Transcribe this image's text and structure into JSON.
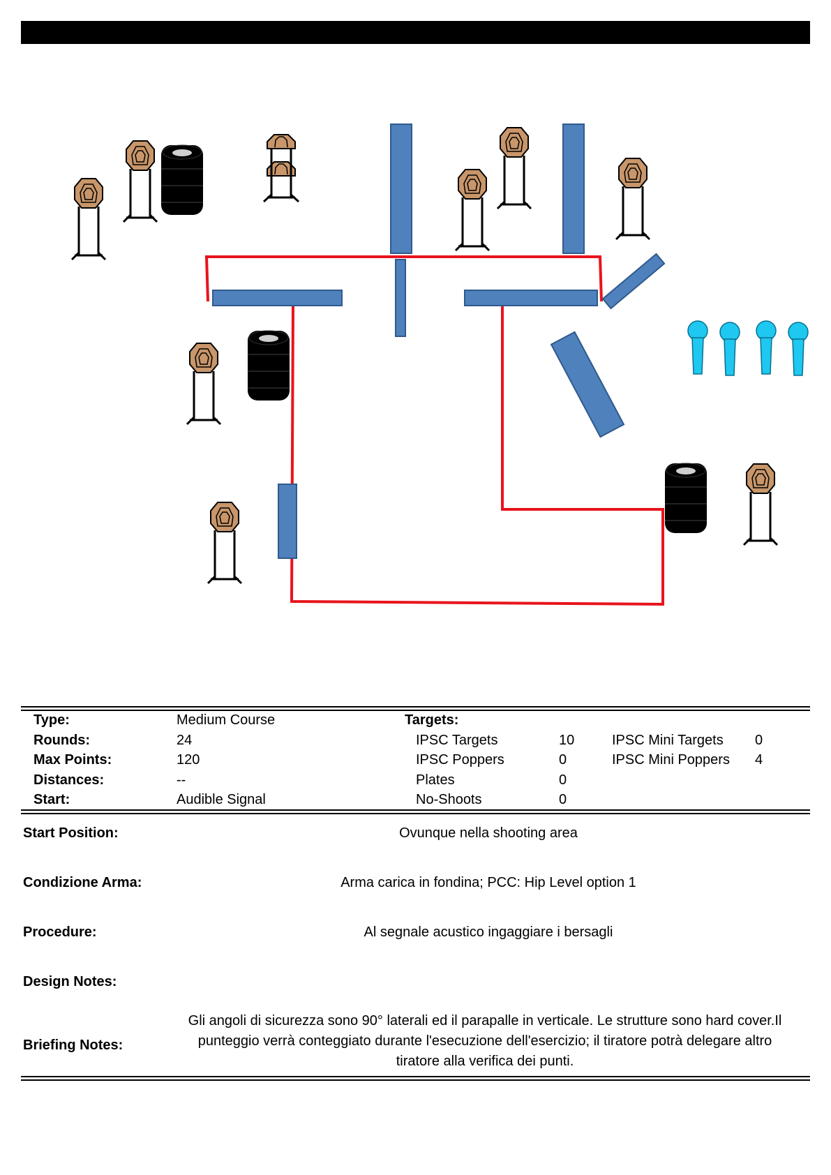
{
  "summary": {
    "type_label": "Type:",
    "type_value": "Medium Course",
    "rounds_label": "Rounds:",
    "rounds_value": "24",
    "max_points_label": "Max Points:",
    "max_points_value": "120",
    "distances_label": "Distances:",
    "distances_value": "--",
    "start_label": "Start:",
    "start_value": "Audible Signal",
    "targets_label": "Targets:",
    "targets": [
      {
        "label": "IPSC Targets",
        "value": "10"
      },
      {
        "label": "IPSC Poppers",
        "value": "0"
      },
      {
        "label": "Plates",
        "value": "0"
      },
      {
        "label": "No-Shoots",
        "value": "0"
      }
    ],
    "mini_targets": [
      {
        "label": "IPSC Mini Targets",
        "value": "0"
      },
      {
        "label": "IPSC Mini Poppers",
        "value": "4"
      }
    ]
  },
  "details": {
    "start_position_label": "Start Position:",
    "start_position_value": "Ovunque nella shooting area",
    "condizione_label": "Condizione Arma:",
    "condizione_value": "Arma carica in fondina; PCC: Hip Level option 1",
    "procedure_label": "Procedure:",
    "procedure_value": "Al segnale acustico ingaggiare i bersagli",
    "design_notes_label": "Design Notes:",
    "design_notes_value": "",
    "briefing_label": "Briefing Notes:",
    "briefing_line1": "Gli angoli di sicurezza sono 90° laterali ed il parapalle in verticale. Le strutture sono hard cover.Il",
    "briefing_line2": "punteggio verrà conteggiato durante l'esecuzione dell'esercizio; il tiratore potrà delegare altro",
    "briefing_line3": "tiratore alla verifica  dei punti."
  },
  "colors": {
    "header_bar": "#000000",
    "fault_line": "#e8141c",
    "wall": "#4f81bd",
    "target": "#c8966a",
    "barrel": "#000000",
    "mini_popper": "#1ec8f0"
  },
  "icons": [
    "ipsc-target-icon",
    "barrel-stack-icon",
    "wall-icon",
    "mini-popper-icon",
    "fault-line"
  ]
}
